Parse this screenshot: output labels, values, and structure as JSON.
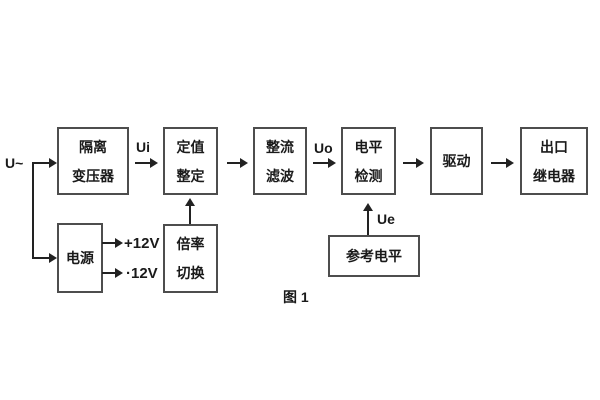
{
  "figure": {
    "caption": "图 1",
    "input_label": "U~",
    "signal_labels": {
      "ui": "Ui",
      "uo": "Uo",
      "ue": "Ue"
    },
    "power_labels": {
      "plus12v": "+12V",
      "minus12v": "·12V"
    },
    "blocks": {
      "isolation_transformer": {
        "line1": "隔离",
        "line2": "变压器"
      },
      "setting": {
        "line1": "定值",
        "line2": "整定"
      },
      "rectifier_filter": {
        "line1": "整流",
        "line2": "滤波"
      },
      "level_detection": {
        "line1": "电平",
        "line2": "检测"
      },
      "drive": {
        "label": "驱动"
      },
      "output_relay": {
        "line1": "出口",
        "line2": "继电器"
      },
      "power_supply": {
        "label": "电源"
      },
      "ratio_switch": {
        "line1": "倍率",
        "line2": "切换"
      },
      "reference_level": {
        "label": "参考电平"
      }
    },
    "colors": {
      "background": "#ffffff",
      "box_border": "#4d4d4d",
      "line": "#222222",
      "text": "#1a1a1a"
    }
  }
}
